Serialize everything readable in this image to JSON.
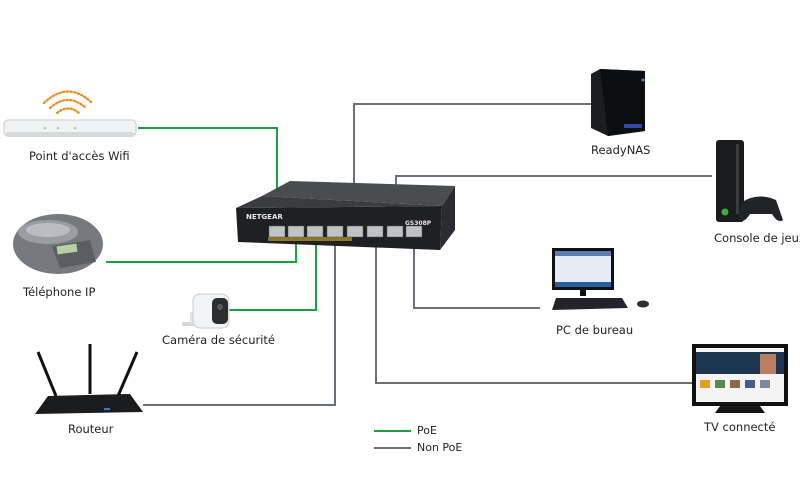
{
  "colors": {
    "poe": "#1aa33c",
    "non_poe": "#6a6f7a",
    "background": "#ffffff"
  },
  "switch": {
    "brand": "NETGEAR",
    "model": "GS308P"
  },
  "devices": [
    {
      "id": "wifi-ap",
      "label": "Point d'accès Wifi",
      "connection": "PoE"
    },
    {
      "id": "ip-phone",
      "label": "Téléphone IP",
      "connection": "PoE"
    },
    {
      "id": "security-camera",
      "label": "Caméra de sécurité",
      "connection": "PoE"
    },
    {
      "id": "router",
      "label": "Routeur",
      "connection": "Non PoE"
    },
    {
      "id": "readynas",
      "label": "ReadyNAS",
      "connection": "Non PoE"
    },
    {
      "id": "game-console",
      "label": "Console de jeux",
      "connection": "Non PoE"
    },
    {
      "id": "desktop-pc",
      "label": "PC de bureau",
      "connection": "Non PoE"
    },
    {
      "id": "smart-tv",
      "label": "TV connecté",
      "connection": "Non PoE"
    }
  ],
  "legend": [
    {
      "label": "PoE",
      "type": "poe"
    },
    {
      "label": "Non PoE",
      "type": "non_poe"
    }
  ]
}
